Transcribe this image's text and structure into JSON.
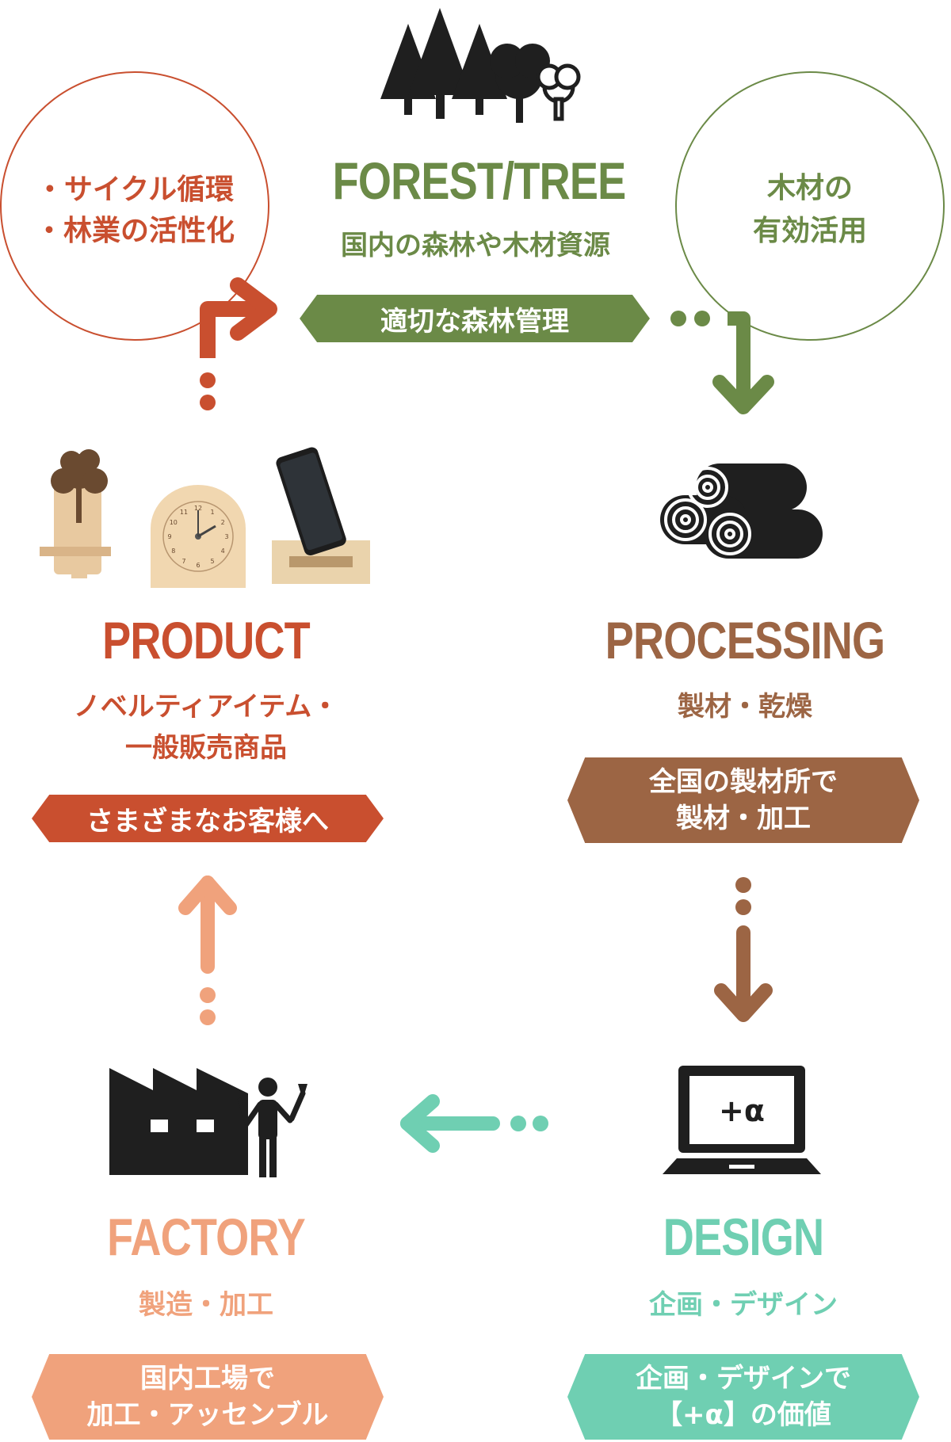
{
  "colors": {
    "forest": "#6b8a47",
    "processing": "#9c6544",
    "design": "#6fcfb2",
    "factory": "#f0a27c",
    "product": "#c94f2f",
    "icon": "#1f1f1f"
  },
  "forest": {
    "title": "FOREST/TREE",
    "subtitle": "国内の森林や木材資源",
    "banner": "適切な森林管理",
    "icon": "forest-trees-icon"
  },
  "left_circle": {
    "line1": "・サイクル循環",
    "line2": "・林業の活性化"
  },
  "right_circle": {
    "line1": "木材の",
    "line2": "有効活用"
  },
  "processing": {
    "title": "PROCESSING",
    "subtitle": "製材・乾燥",
    "banner_line1": "全国の製材所で",
    "banner_line2": "製材・加工",
    "icon": "logs-icon"
  },
  "product": {
    "title": "PRODUCT",
    "subtitle_line1": "ノベルティアイテム・",
    "subtitle_line2": "一般販売商品",
    "banner": "さまざまなお客様へ",
    "images": [
      "tree-phone-stand-image",
      "wooden-clock-image",
      "phone-stand-image"
    ],
    "clock_numbers": [
      "12",
      "1",
      "2",
      "3",
      "4",
      "5",
      "6",
      "7",
      "8",
      "9",
      "10",
      "11"
    ]
  },
  "design": {
    "title": "DESIGN",
    "subtitle": "企画・デザイン",
    "banner_line1": "企画・デザインで",
    "banner_line2": "【+α】の価値",
    "screen_text": "+α",
    "icon": "laptop-icon"
  },
  "factory": {
    "title": "FACTORY",
    "subtitle": "製造・加工",
    "banner_line1": "国内工場で",
    "banner_line2": "加工・アッセンブル",
    "icon": "factory-worker-icon"
  }
}
